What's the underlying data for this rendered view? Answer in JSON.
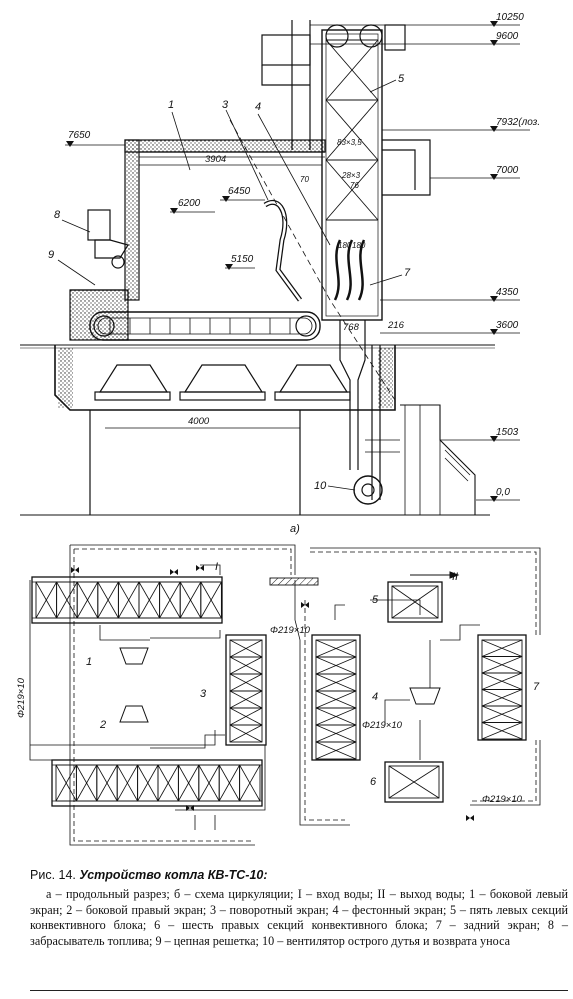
{
  "figure": {
    "sub_a_label": "а)",
    "elevations": [
      "10250",
      "9600",
      "7932(лоз.",
      "7000",
      "4350",
      "3600",
      "1503",
      "0,0"
    ],
    "left_elevations": [
      "7650",
      "6200",
      "6450",
      "5150"
    ],
    "dimensions": {
      "width_top": "3904",
      "width_bottom": "4000",
      "grate_width": "216",
      "d768": "768",
      "d180a": "180",
      "d180b": "180",
      "d70": "70",
      "d83": "83×3,5",
      "d28": "28×3",
      "d76": "76"
    },
    "callouts_top": [
      "1",
      "3",
      "4",
      "5",
      "7",
      "8",
      "9",
      "10"
    ],
    "scheme_labels": [
      "1",
      "2",
      "3",
      "4",
      "5",
      "6",
      "7"
    ],
    "scheme_flows": [
      "I",
      "II"
    ],
    "pipe_labels": [
      "Φ219×10",
      "Φ219×10",
      "Φ219×10",
      "Φ219×10"
    ]
  },
  "caption": {
    "fig_label": "Рис. 14.",
    "fig_title": "Устройство котла КВ-ТС-10:",
    "body": "а – продольный разрез; б – схема циркуляции; I – вход воды; II – выход воды; 1 – боковой левый экран; 2 – боковой правый экран; 3 – поворотный экран; 4 – фестонный экран; 5 – пять левых секций конвективного блока; 6 – шесть правых секций конвективного блока; 7 – задний экран; 8 – забрасыватель топлива; 9 – цепная решетка; 10 – вентилятор острого дутья и возврата уноса"
  }
}
